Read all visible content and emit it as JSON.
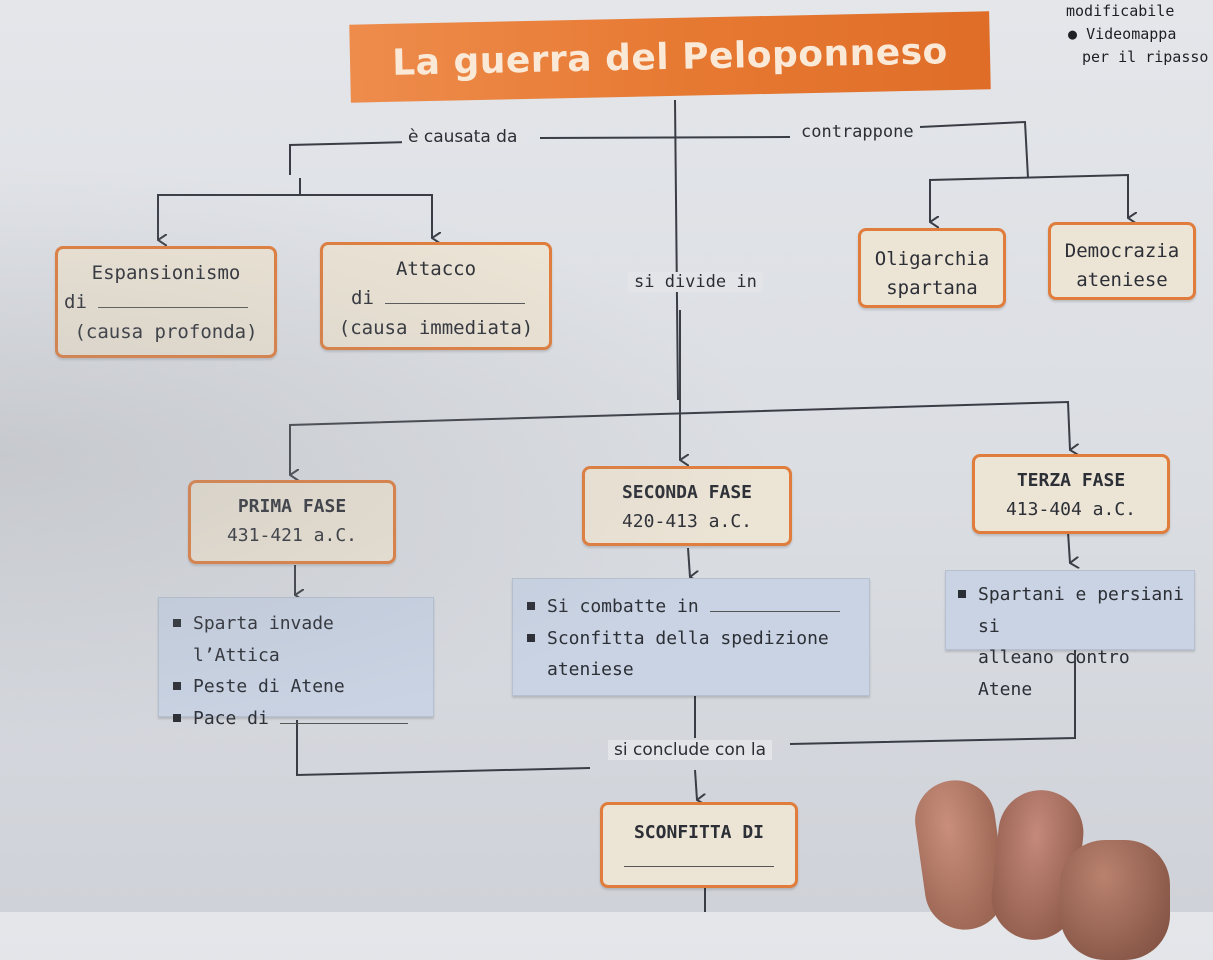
{
  "header": {
    "title": "La guerra del Peloponneso",
    "note_top": "modificabile",
    "note_video": "Videomappa",
    "note_ripasso": "per il ripasso"
  },
  "labels": {
    "causata": "è causata da",
    "contrappone": "contrappone",
    "divide": "si divide in",
    "conclude": "si conclude con la"
  },
  "causes": [
    {
      "line1": "Espansionismo",
      "line2": "di",
      "line3": "(causa profonda)"
    },
    {
      "line1": "Attacco",
      "line2": "di",
      "line3": "(causa immediata)"
    }
  ],
  "opposition": [
    {
      "line1": "Oligarchia",
      "line2": "spartana"
    },
    {
      "line1": "Democrazia",
      "line2": "ateniese"
    }
  ],
  "phases": [
    {
      "name": "PRIMA FASE",
      "dates": "431-421 a.C."
    },
    {
      "name": "SECONDA FASE",
      "dates": "420-413 a.C."
    },
    {
      "name": "TERZA FASE",
      "dates": "413-404 a.C."
    }
  ],
  "details": {
    "prima": [
      "Sparta invade l’Attica",
      "Peste di Atene",
      "Pace di"
    ],
    "seconda": [
      "Si combatte in",
      "Sconfitta della spedizione",
      "ateniese"
    ],
    "terza": [
      "Spartani e persiani si",
      "alleano contro Atene"
    ]
  },
  "conclusion": {
    "title": "SCONFITTA DI"
  },
  "colors": {
    "accent": "#e07d3c",
    "box_fill": "#ece4d5",
    "detail_fill": "#c9d3e3",
    "line": "#3a3d45"
  }
}
